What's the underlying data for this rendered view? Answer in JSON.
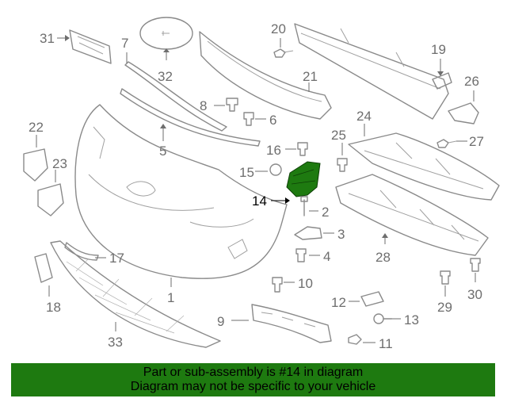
{
  "highlighted_part": "14",
  "callouts": {
    "c1": "1",
    "c2": "2",
    "c3": "3",
    "c4": "4",
    "c5": "5",
    "c6": "6",
    "c7": "7",
    "c8": "8",
    "c9": "9",
    "c10": "10",
    "c11": "11",
    "c12": "12",
    "c13": "13",
    "c14": "14",
    "c15": "15",
    "c16": "16",
    "c17": "17",
    "c18": "18",
    "c19": "19",
    "c20": "20",
    "c21": "21",
    "c22": "22",
    "c23": "23",
    "c24": "24",
    "c25": "25",
    "c26": "26",
    "c27": "27",
    "c28": "28",
    "c29": "29",
    "c30": "30",
    "c31": "31",
    "c32": "32",
    "c33": "33"
  },
  "footer": {
    "line1": "Part or sub-assembly is #14 in diagram",
    "line2": "Diagram may not be specific to your vehicle"
  },
  "colors": {
    "highlight": "#1e7a10",
    "line_art": "#8a8a8a",
    "callout_text": "#6e6e6e"
  }
}
